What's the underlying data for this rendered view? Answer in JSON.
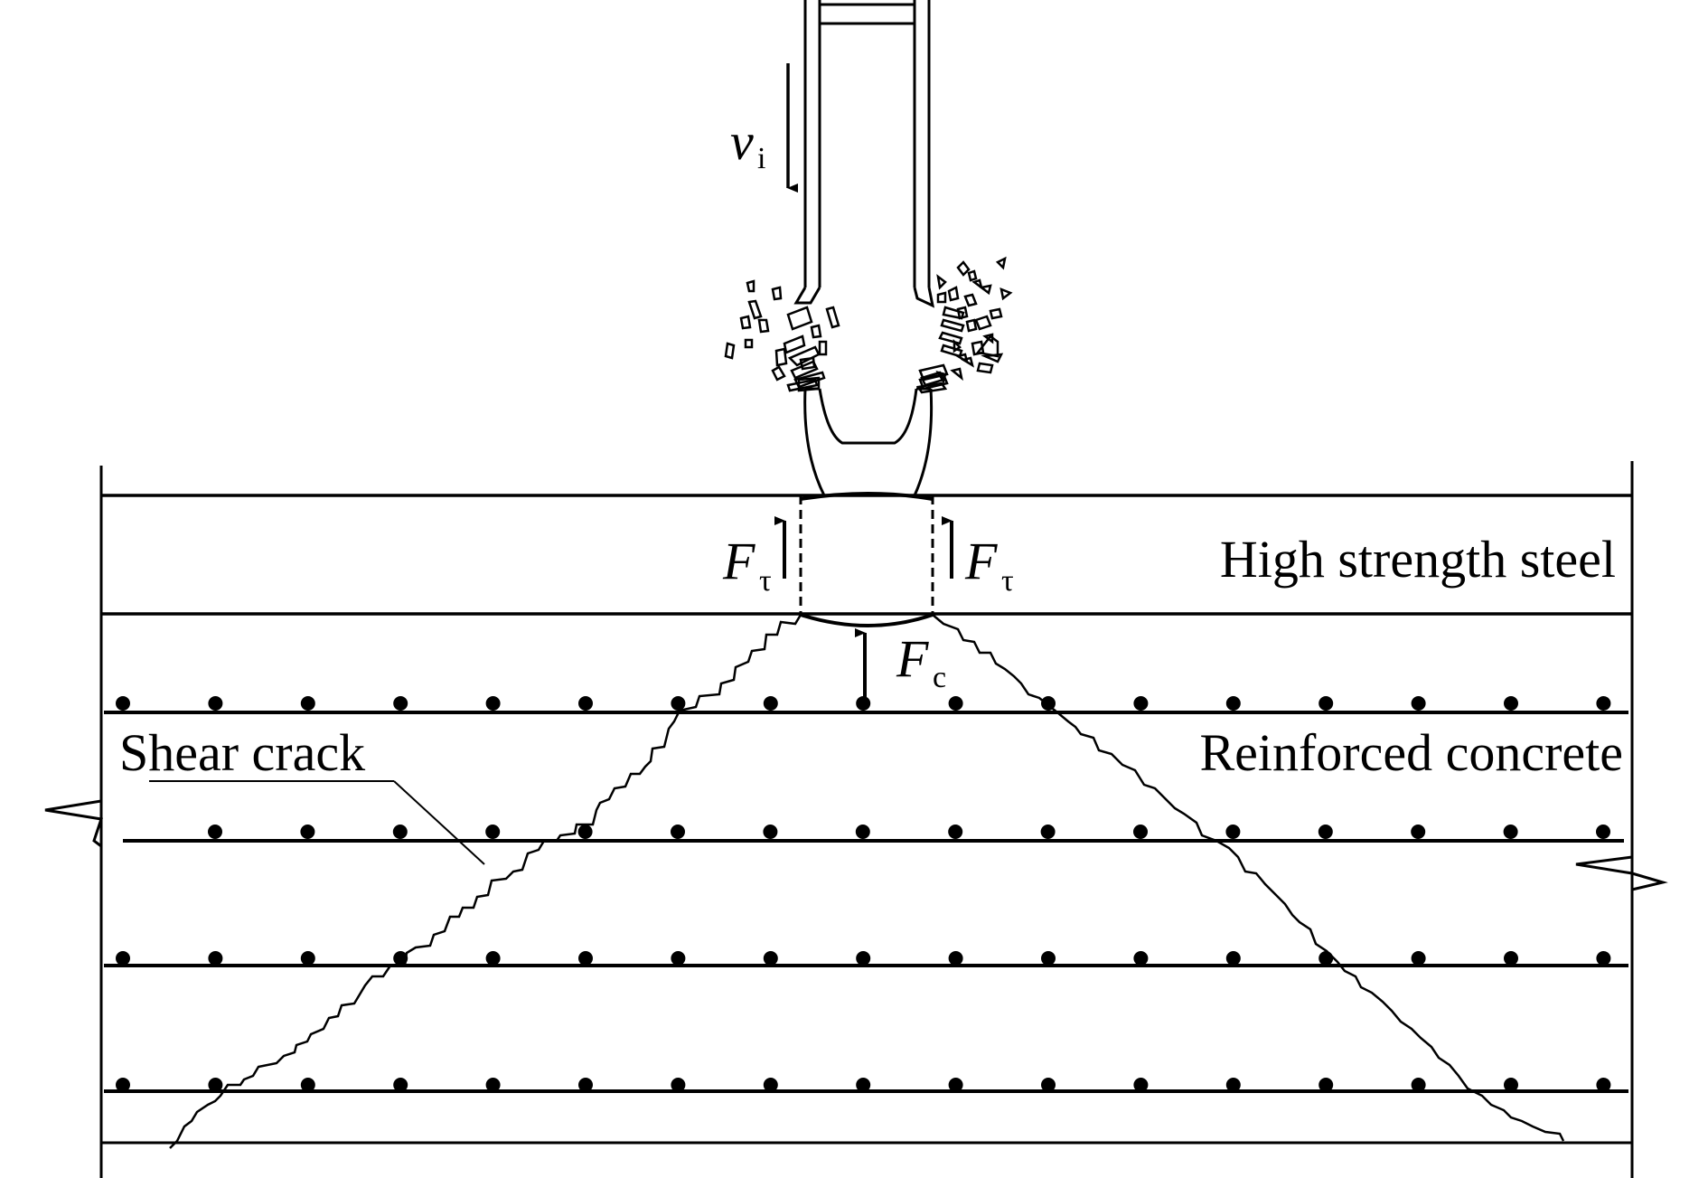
{
  "labels": {
    "velocity_symbol": "v",
    "velocity_subscript": "i",
    "shear_force_symbol": "F",
    "shear_force_subscript": "τ",
    "compress_force_symbol": "F",
    "compress_force_subscript": "c",
    "steel_layer": "High strength steel",
    "concrete_layer": "Reinforced concrete",
    "crack": "Shear crack"
  },
  "colors": {
    "ink": "#000000",
    "background": "#ffffff"
  }
}
